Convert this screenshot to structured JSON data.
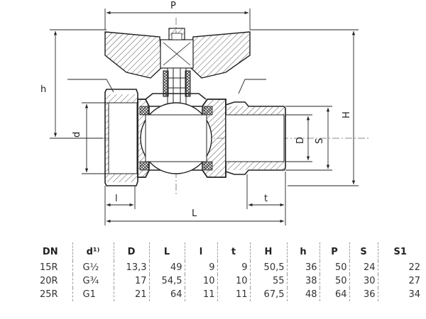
{
  "labels": {
    "P": "P",
    "h": "h",
    "H": "H",
    "d": "d",
    "D": "D",
    "S": "S",
    "l": "l",
    "t": "t",
    "L": "L"
  },
  "table": {
    "headers": [
      "DN",
      "d¹⁾",
      "D",
      "L",
      "l",
      "t",
      "H",
      "h",
      "P",
      "S",
      "S1"
    ],
    "rows": [
      [
        "15R",
        "G½",
        "13,3",
        "49",
        "9",
        "9",
        "50,5",
        "36",
        "50",
        "24",
        "22"
      ],
      [
        "20R",
        "G¾",
        "17",
        "54,5",
        "10",
        "10",
        "55",
        "38",
        "50",
        "30",
        "27"
      ],
      [
        "25R",
        "G1",
        "21",
        "64",
        "11",
        "11",
        "67,5",
        "48",
        "64",
        "36",
        "34"
      ]
    ]
  }
}
